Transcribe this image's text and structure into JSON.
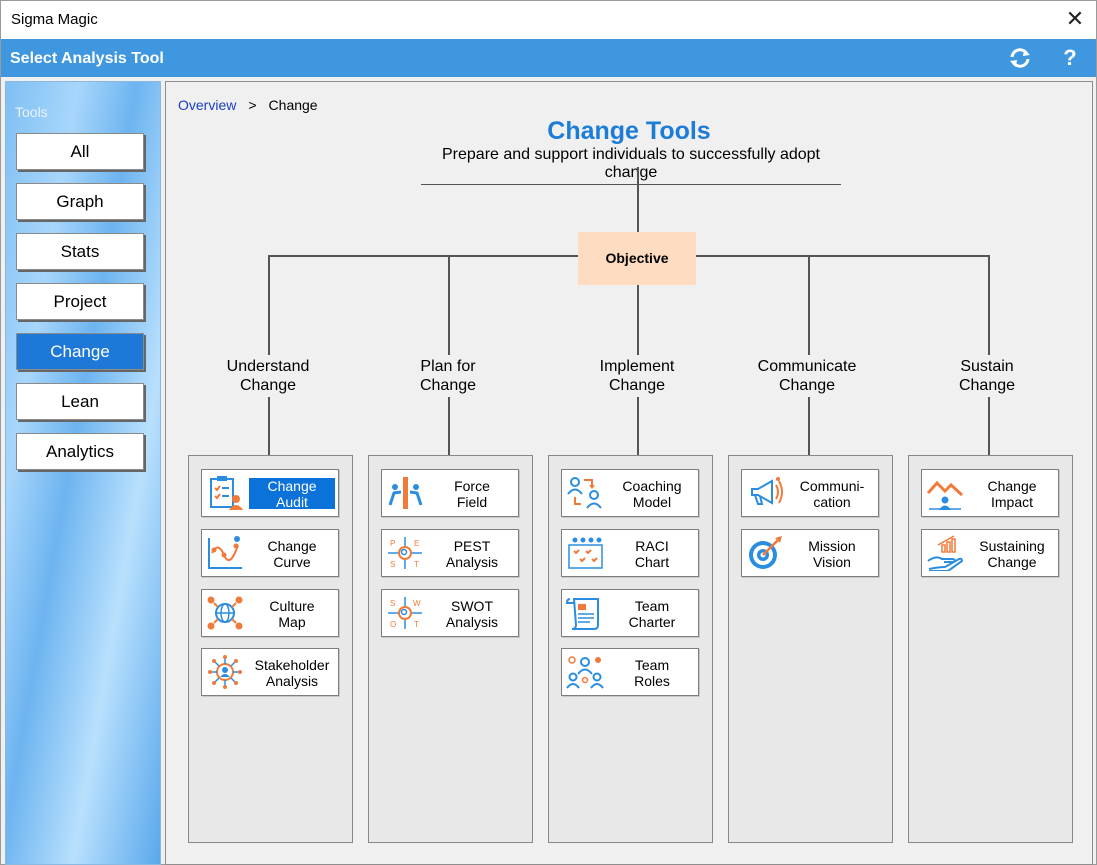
{
  "window": {
    "title": "Sigma Magic",
    "close_glyph": "✕"
  },
  "header": {
    "title": "Select Analysis Tool",
    "help_glyph": "?"
  },
  "sidebar": {
    "label": "Tools",
    "items": [
      {
        "label": "All",
        "active": false
      },
      {
        "label": "Graph",
        "active": false
      },
      {
        "label": "Stats",
        "active": false
      },
      {
        "label": "Project",
        "active": false
      },
      {
        "label": "Change",
        "active": true
      },
      {
        "label": "Lean",
        "active": false
      },
      {
        "label": "Analytics",
        "active": false
      }
    ]
  },
  "breadcrumb": {
    "root": "Overview",
    "separator": ">",
    "current": "Change"
  },
  "main": {
    "title": "Change Tools",
    "subtitle": "Prepare and support individuals to successfully adopt change",
    "objective": "Objective",
    "categories": [
      {
        "label": "Understand\nChange",
        "tools": [
          {
            "label": "Change\nAudit",
            "icon": "checklist-icon",
            "selected": true
          },
          {
            "label": "Change\nCurve",
            "icon": "line-chart-icon"
          },
          {
            "label": "Culture\nMap",
            "icon": "globe-network-icon"
          },
          {
            "label": "Stakeholder\nAnalysis",
            "icon": "stakeholder-hub-icon"
          }
        ]
      },
      {
        "label": "Plan for\nChange",
        "tools": [
          {
            "label": "Force\nField",
            "icon": "force-field-icon"
          },
          {
            "label": "PEST\nAnalysis",
            "icon": "pest-icon"
          },
          {
            "label": "SWOT\nAnalysis",
            "icon": "swot-icon"
          }
        ]
      },
      {
        "label": "Implement\nChange",
        "tools": [
          {
            "label": "Coaching\nModel",
            "icon": "coaching-icon"
          },
          {
            "label": "RACI\nChart",
            "icon": "raci-icon"
          },
          {
            "label": "Team\nCharter",
            "icon": "scroll-document-icon"
          },
          {
            "label": "Team\nRoles",
            "icon": "team-roles-icon"
          }
        ]
      },
      {
        "label": "Communicate\nChange",
        "tools": [
          {
            "label": "Communi-\ncation",
            "icon": "megaphone-icon"
          },
          {
            "label": "Mission\nVision",
            "icon": "target-icon"
          }
        ]
      },
      {
        "label": "Sustain\nChange",
        "tools": [
          {
            "label": "Change\nImpact",
            "icon": "impact-chart-icon"
          },
          {
            "label": "Sustaining\nChange",
            "icon": "hand-growth-icon"
          }
        ]
      }
    ]
  },
  "colors": {
    "accent": "#3f97e0",
    "selected": "#0a72d8",
    "title": "#1c7cd6",
    "objective_bg": "#fddcc1",
    "icon_blue": "#2b8de0",
    "icon_orange": "#f07a3a"
  }
}
